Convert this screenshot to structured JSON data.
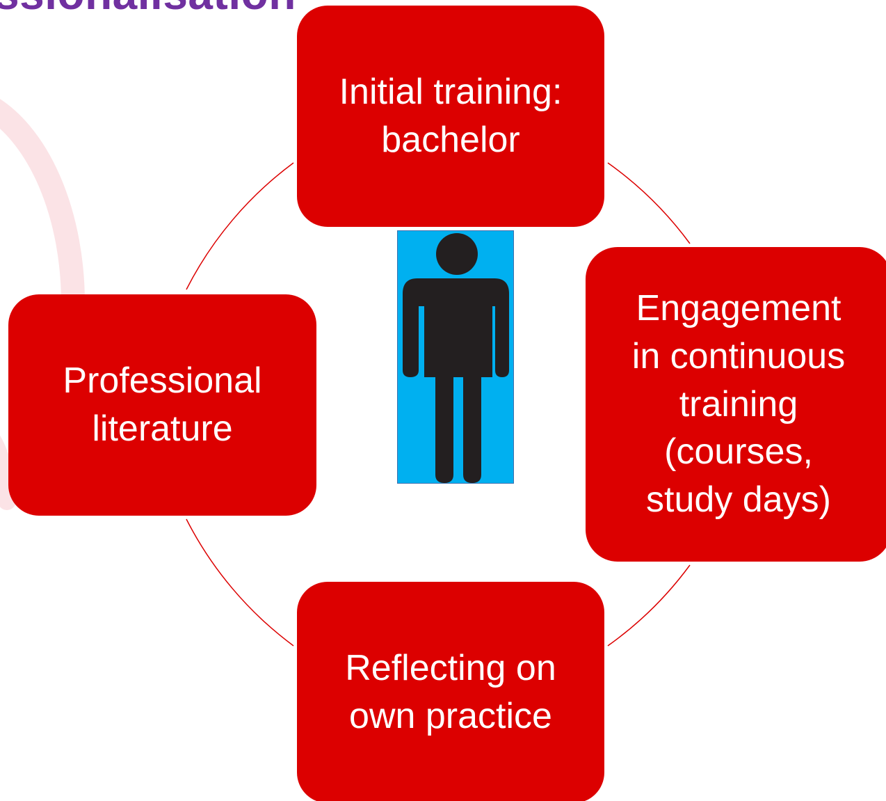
{
  "title_fragment": "ssionalisation",
  "center_figure": {
    "icon": "person-icon",
    "background_color": "#00b0f0",
    "figure_color": "#231f20"
  },
  "nodes": {
    "top": "Initial training:\nbachelor",
    "right": "Engagement\nin continuous\ntraining\n(courses,\nstudy days)",
    "bottom": "Reflecting on\nown practice",
    "left": "Professional\nliterature"
  },
  "colors": {
    "node_fill": "#dc0000",
    "node_text": "#ffffff",
    "connector": "#dc0000",
    "title": "#7030a0",
    "decorative_arc": "#fbe3e6"
  }
}
